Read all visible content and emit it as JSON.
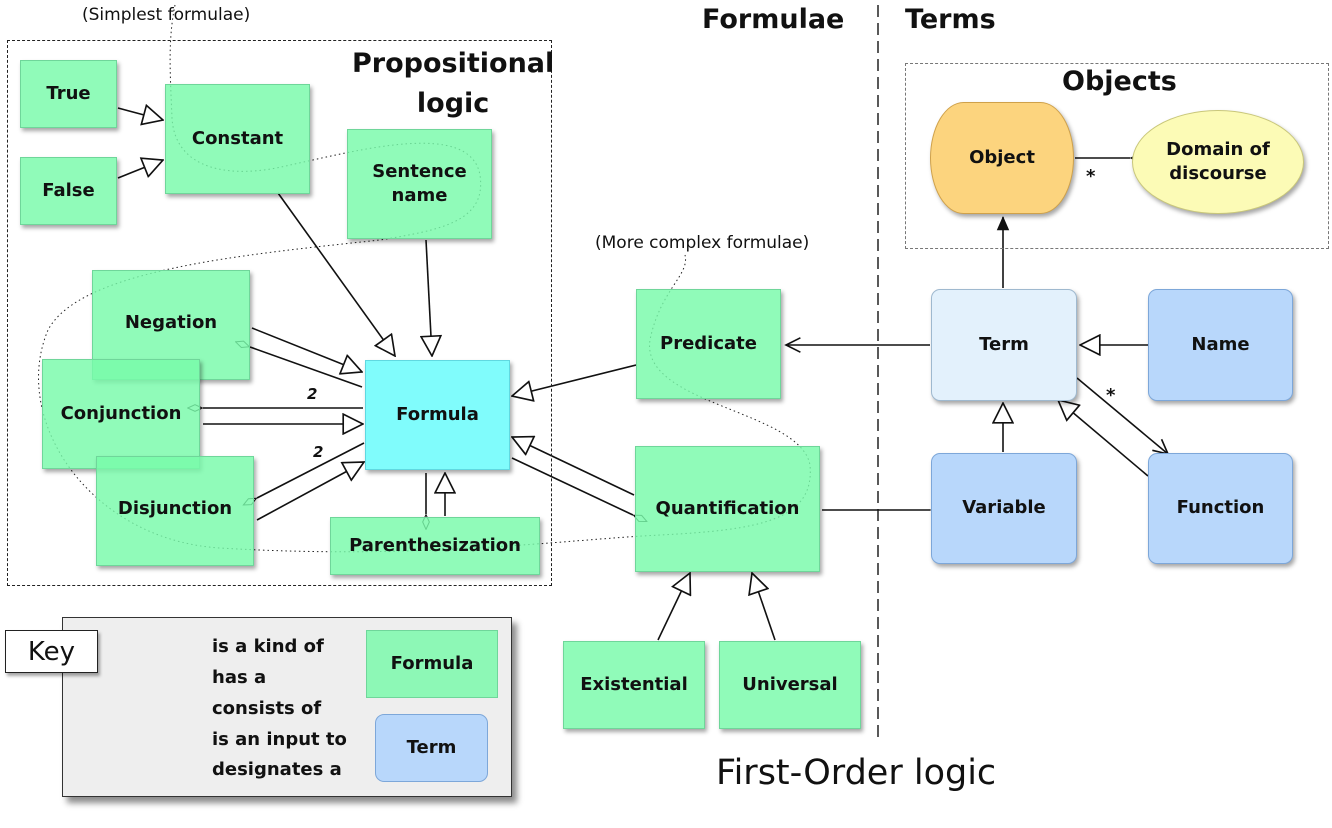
{
  "headings": {
    "formulae": "Formulae",
    "terms": "Terms",
    "objects": "Objects",
    "propositional_line1": "Propositional",
    "propositional_line2": "logic",
    "first_order": "First-Order logic"
  },
  "notes": {
    "simplest": "(Simplest formulae)",
    "more_complex": "(More complex formulae)"
  },
  "nodes": {
    "true": "True",
    "false": "False",
    "constant": "Constant",
    "sentence_name": "Sentence name",
    "negation": "Negation",
    "conjunction": "Conjunction",
    "disjunction": "Disjunction",
    "formula": "Formula",
    "parenthesization": "Parenthesization",
    "predicate": "Predicate",
    "quantification": "Quantification",
    "existential": "Existential",
    "universal": "Universal",
    "object": "Object",
    "domain_of_discourse": "Domain of discourse",
    "term": "Term",
    "name": "Name",
    "variable": "Variable",
    "function": "Function"
  },
  "multiplicities": {
    "conjunction": "2",
    "disjunction": "2",
    "domain": "*",
    "function": "*"
  },
  "key": {
    "title": "Key",
    "kind_of": "is a kind of",
    "has_a": "has a",
    "consists_of": "consists of",
    "input_to": "is an input to",
    "designates": "designates a",
    "sample_formula": "Formula",
    "sample_term": "Term"
  },
  "colors": {
    "formula_green": "#78faaa",
    "formula_cyan": "#80fcfc",
    "term_blue": "#b8d7fb",
    "term_lightblue": "#e3f1fc",
    "object_orange": "#fcd47e",
    "domain_yellow": "#fcfbb6"
  }
}
